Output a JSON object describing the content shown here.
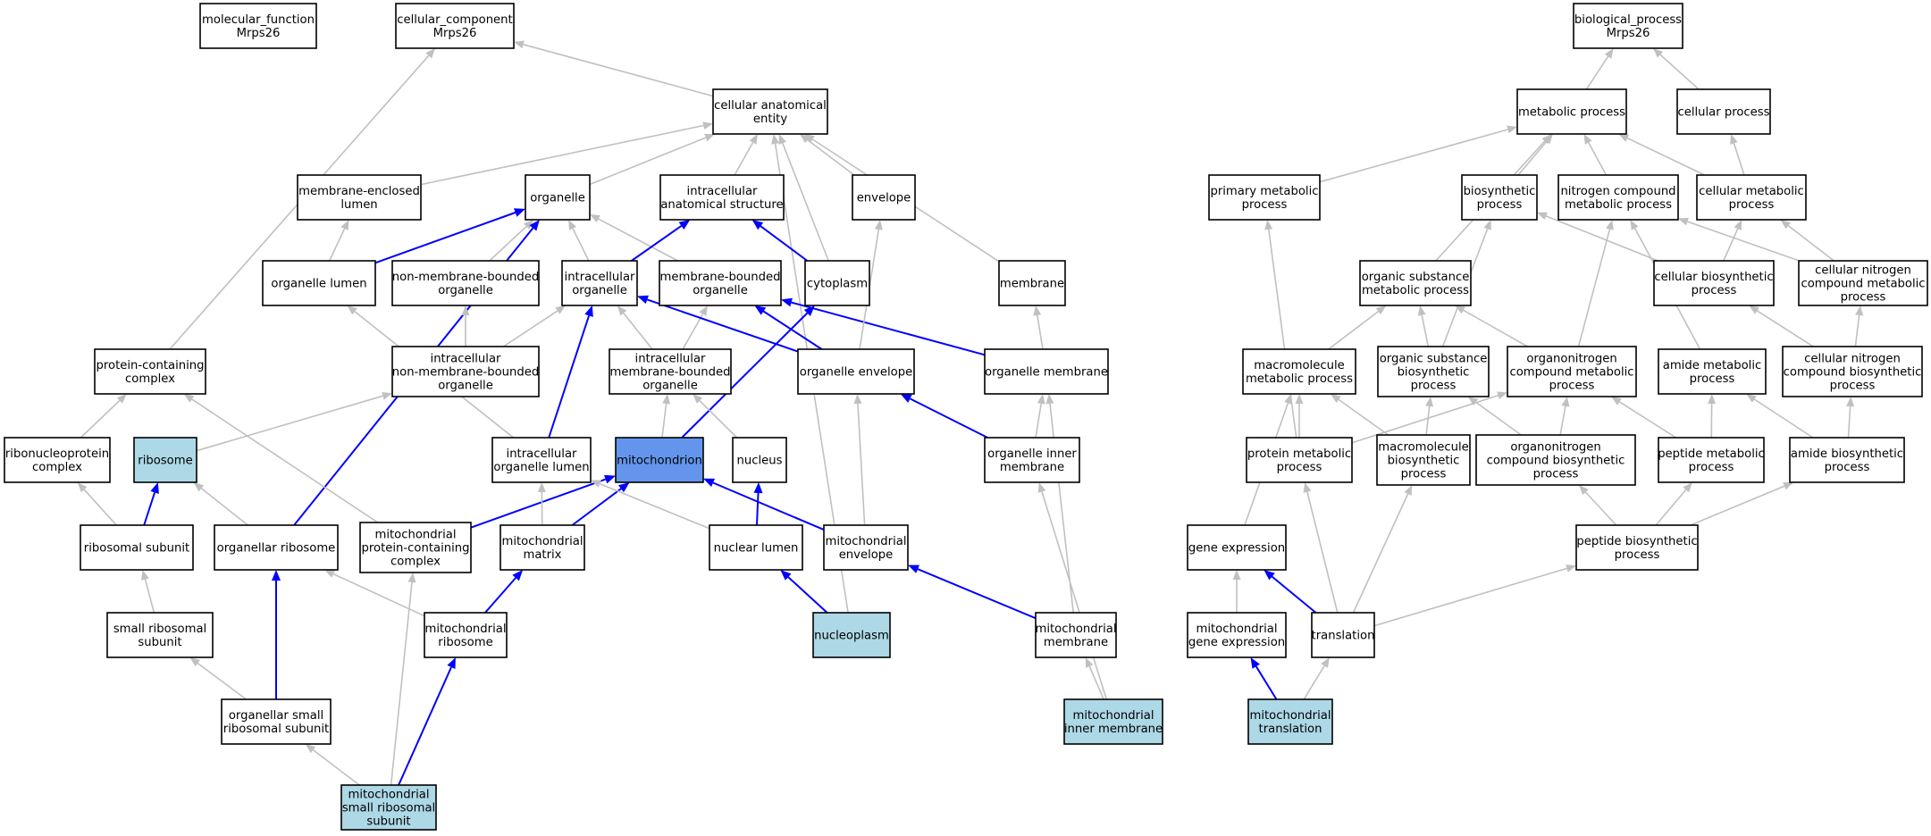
{
  "colors": {
    "plain": "#ffffff",
    "query": "#add8e6",
    "highlight": "#6495ed",
    "edge_gray": "#c0c0c0",
    "edge_blue": "#0000ff"
  },
  "nodes": {
    "mf_root": {
      "lines": [
        "molecular_function",
        "Mrps26"
      ],
      "style": "plain"
    },
    "cc_root": {
      "lines": [
        "cellular_component",
        "Mrps26"
      ],
      "style": "plain"
    },
    "bp_root": {
      "lines": [
        "biological_process",
        "Mrps26"
      ],
      "style": "plain"
    },
    "cae": {
      "lines": [
        "cellular anatomical",
        "entity"
      ],
      "style": "plain"
    },
    "mel": {
      "lines": [
        "membrane-enclosed",
        "lumen"
      ],
      "style": "plain"
    },
    "organelle": {
      "lines": [
        "organelle"
      ],
      "style": "plain"
    },
    "ias": {
      "lines": [
        "intracellular",
        "anatomical structure"
      ],
      "style": "plain"
    },
    "envelope": {
      "lines": [
        "envelope"
      ],
      "style": "plain"
    },
    "org_lumen": {
      "lines": [
        "organelle lumen"
      ],
      "style": "plain"
    },
    "nmbo": {
      "lines": [
        "non-membrane-bounded",
        "organelle"
      ],
      "style": "plain"
    },
    "io": {
      "lines": [
        "intracellular",
        "organelle"
      ],
      "style": "plain"
    },
    "mbo": {
      "lines": [
        "membrane-bounded",
        "organelle"
      ],
      "style": "plain"
    },
    "cytoplasm": {
      "lines": [
        "cytoplasm"
      ],
      "style": "plain"
    },
    "membrane": {
      "lines": [
        "membrane"
      ],
      "style": "plain"
    },
    "pcc": {
      "lines": [
        "protein-containing",
        "complex"
      ],
      "style": "plain"
    },
    "inmbo": {
      "lines": [
        "intracellular",
        "non-membrane-bounded",
        "organelle"
      ],
      "style": "plain"
    },
    "imbo": {
      "lines": [
        "intracellular",
        "membrane-bounded",
        "organelle"
      ],
      "style": "plain"
    },
    "org_env": {
      "lines": [
        "organelle envelope"
      ],
      "style": "plain"
    },
    "org_mem": {
      "lines": [
        "organelle membrane"
      ],
      "style": "plain"
    },
    "rnp": {
      "lines": [
        "ribonucleoprotein",
        "complex"
      ],
      "style": "plain"
    },
    "ribosome": {
      "lines": [
        "ribosome"
      ],
      "style": "query"
    },
    "iol": {
      "lines": [
        "intracellular",
        "organelle lumen"
      ],
      "style": "plain"
    },
    "mito": {
      "lines": [
        "mitochondrion"
      ],
      "style": "highlight"
    },
    "nucleus": {
      "lines": [
        "nucleus"
      ],
      "style": "plain"
    },
    "oim": {
      "lines": [
        "organelle inner",
        "membrane"
      ],
      "style": "plain"
    },
    "rib_sub": {
      "lines": [
        "ribosomal subunit"
      ],
      "style": "plain"
    },
    "org_rib": {
      "lines": [
        "organellar ribosome"
      ],
      "style": "plain"
    },
    "mpcc": {
      "lines": [
        "mitochondrial",
        "protein-containing",
        "complex"
      ],
      "style": "plain"
    },
    "mmatrix": {
      "lines": [
        "mitochondrial",
        "matrix"
      ],
      "style": "plain"
    },
    "nuc_lumen": {
      "lines": [
        "nuclear lumen"
      ],
      "style": "plain"
    },
    "menv": {
      "lines": [
        "mitochondrial",
        "envelope"
      ],
      "style": "plain"
    },
    "srs": {
      "lines": [
        "small ribosomal",
        "subunit"
      ],
      "style": "plain"
    },
    "mrib": {
      "lines": [
        "mitochondrial",
        "ribosome"
      ],
      "style": "plain"
    },
    "nucleoplasm": {
      "lines": [
        "nucleoplasm"
      ],
      "style": "query"
    },
    "mmem": {
      "lines": [
        "mitochondrial",
        "membrane"
      ],
      "style": "plain"
    },
    "osrs": {
      "lines": [
        "organellar small",
        "ribosomal subunit"
      ],
      "style": "plain"
    },
    "mim": {
      "lines": [
        "mitochondrial",
        "inner membrane"
      ],
      "style": "query"
    },
    "msrs": {
      "lines": [
        "mitochondrial",
        "small ribosomal",
        "subunit"
      ],
      "style": "query"
    },
    "metab": {
      "lines": [
        "metabolic process"
      ],
      "style": "plain"
    },
    "cell_proc": {
      "lines": [
        "cellular process"
      ],
      "style": "plain"
    },
    "pmp": {
      "lines": [
        "primary metabolic",
        "process"
      ],
      "style": "plain"
    },
    "biosyn": {
      "lines": [
        "biosynthetic",
        "process"
      ],
      "style": "plain"
    },
    "ncmp": {
      "lines": [
        "nitrogen compound",
        "metabolic process"
      ],
      "style": "plain"
    },
    "cmp": {
      "lines": [
        "cellular metabolic",
        "process"
      ],
      "style": "plain"
    },
    "osmp": {
      "lines": [
        "organic substance",
        "metabolic process"
      ],
      "style": "plain"
    },
    "cbp": {
      "lines": [
        "cellular biosynthetic",
        "process"
      ],
      "style": "plain"
    },
    "cncmp": {
      "lines": [
        "cellular nitrogen",
        "compound metabolic",
        "process"
      ],
      "style": "plain"
    },
    "macro_mp": {
      "lines": [
        "macromolecule",
        "metabolic process"
      ],
      "style": "plain"
    },
    "osbp": {
      "lines": [
        "organic substance",
        "biosynthetic",
        "process"
      ],
      "style": "plain"
    },
    "ocmp": {
      "lines": [
        "organonitrogen",
        "compound metabolic",
        "process"
      ],
      "style": "plain"
    },
    "amp": {
      "lines": [
        "amide metabolic",
        "process"
      ],
      "style": "plain"
    },
    "cncbp": {
      "lines": [
        "cellular nitrogen",
        "compound biosynthetic",
        "process"
      ],
      "style": "plain"
    },
    "prot_mp": {
      "lines": [
        "protein metabolic",
        "process"
      ],
      "style": "plain"
    },
    "macro_bp": {
      "lines": [
        "macromolecule",
        "biosynthetic",
        "process"
      ],
      "style": "plain"
    },
    "ocbp": {
      "lines": [
        "organonitrogen",
        "compound biosynthetic",
        "process"
      ],
      "style": "plain"
    },
    "pep_mp": {
      "lines": [
        "peptide metabolic",
        "process"
      ],
      "style": "plain"
    },
    "abp": {
      "lines": [
        "amide biosynthetic",
        "process"
      ],
      "style": "plain"
    },
    "gene_expr": {
      "lines": [
        "gene expression"
      ],
      "style": "plain"
    },
    "pbp": {
      "lines": [
        "peptide biosynthetic",
        "process"
      ],
      "style": "plain"
    },
    "mge": {
      "lines": [
        "mitochondrial",
        "gene expression"
      ],
      "style": "plain"
    },
    "translation": {
      "lines": [
        "translation"
      ],
      "style": "plain"
    },
    "mtrans": {
      "lines": [
        "mitochondrial",
        "translation"
      ],
      "style": "query"
    }
  },
  "edges": [
    {
      "from": "cae",
      "to": "cc_root",
      "type": "gray"
    },
    {
      "from": "mel",
      "to": "cae",
      "type": "gray"
    },
    {
      "from": "organelle",
      "to": "cae",
      "type": "gray"
    },
    {
      "from": "ias",
      "to": "cae",
      "type": "gray"
    },
    {
      "from": "envelope",
      "to": "cae",
      "type": "gray"
    },
    {
      "from": "cytoplasm",
      "to": "cae",
      "type": "gray"
    },
    {
      "from": "membrane",
      "to": "cae",
      "type": "gray"
    },
    {
      "from": "nucleoplasm",
      "to": "cae",
      "type": "gray"
    },
    {
      "from": "org_lumen",
      "to": "mel",
      "type": "gray"
    },
    {
      "from": "org_lumen",
      "to": "organelle",
      "type": "blue"
    },
    {
      "from": "nmbo",
      "to": "organelle",
      "type": "gray"
    },
    {
      "from": "io",
      "to": "organelle",
      "type": "gray"
    },
    {
      "from": "mbo",
      "to": "organelle",
      "type": "gray"
    },
    {
      "from": "io",
      "to": "ias",
      "type": "blue"
    },
    {
      "from": "cytoplasm",
      "to": "ias",
      "type": "blue"
    },
    {
      "from": "org_rib",
      "to": "organelle",
      "type": "blue"
    },
    {
      "from": "pcc",
      "to": "cc_root",
      "type": "gray"
    },
    {
      "from": "inmbo",
      "to": "nmbo",
      "type": "gray"
    },
    {
      "from": "inmbo",
      "to": "io",
      "type": "gray"
    },
    {
      "from": "imbo",
      "to": "io",
      "type": "gray"
    },
    {
      "from": "imbo",
      "to": "mbo",
      "type": "gray"
    },
    {
      "from": "org_env",
      "to": "io",
      "type": "blue"
    },
    {
      "from": "org_env",
      "to": "mbo",
      "type": "blue"
    },
    {
      "from": "org_mem",
      "to": "mbo",
      "type": "blue"
    },
    {
      "from": "org_env",
      "to": "envelope",
      "type": "gray"
    },
    {
      "from": "org_mem",
      "to": "membrane",
      "type": "gray"
    },
    {
      "from": "rnp",
      "to": "pcc",
      "type": "gray"
    },
    {
      "from": "ribosome",
      "to": "inmbo",
      "type": "gray"
    },
    {
      "from": "iol",
      "to": "org_lumen",
      "type": "gray"
    },
    {
      "from": "iol",
      "to": "io",
      "type": "blue"
    },
    {
      "from": "mito",
      "to": "imbo",
      "type": "gray"
    },
    {
      "from": "mito",
      "to": "cytoplasm",
      "type": "blue"
    },
    {
      "from": "nucleus",
      "to": "imbo",
      "type": "gray"
    },
    {
      "from": "oim",
      "to": "org_env",
      "type": "blue"
    },
    {
      "from": "oim",
      "to": "org_mem",
      "type": "gray"
    },
    {
      "from": "rib_sub",
      "to": "rnp",
      "type": "gray"
    },
    {
      "from": "rib_sub",
      "to": "ribosome",
      "type": "blue"
    },
    {
      "from": "org_rib",
      "to": "ribosome",
      "type": "gray"
    },
    {
      "from": "mpcc",
      "to": "pcc",
      "type": "gray"
    },
    {
      "from": "mpcc",
      "to": "mito",
      "type": "blue"
    },
    {
      "from": "mmatrix",
      "to": "mito",
      "type": "blue"
    },
    {
      "from": "mmatrix",
      "to": "iol",
      "type": "gray"
    },
    {
      "from": "nuc_lumen",
      "to": "iol",
      "type": "gray"
    },
    {
      "from": "nuc_lumen",
      "to": "nucleus",
      "type": "blue"
    },
    {
      "from": "menv",
      "to": "mito",
      "type": "blue"
    },
    {
      "from": "menv",
      "to": "org_env",
      "type": "gray"
    },
    {
      "from": "srs",
      "to": "rib_sub",
      "type": "gray"
    },
    {
      "from": "mrib",
      "to": "org_rib",
      "type": "gray"
    },
    {
      "from": "mrib",
      "to": "mmatrix",
      "type": "blue"
    },
    {
      "from": "nucleoplasm",
      "to": "nuc_lumen",
      "type": "blue"
    },
    {
      "from": "mmem",
      "to": "menv",
      "type": "blue"
    },
    {
      "from": "mmem",
      "to": "org_mem",
      "type": "gray"
    },
    {
      "from": "osrs",
      "to": "srs",
      "type": "gray"
    },
    {
      "from": "osrs",
      "to": "org_rib",
      "type": "blue"
    },
    {
      "from": "mim",
      "to": "mmem",
      "type": "gray"
    },
    {
      "from": "mim",
      "to": "oim",
      "type": "gray"
    },
    {
      "from": "msrs",
      "to": "osrs",
      "type": "gray"
    },
    {
      "from": "msrs",
      "to": "mpcc",
      "type": "gray"
    },
    {
      "from": "msrs",
      "to": "mrib",
      "type": "blue"
    },
    {
      "from": "metab",
      "to": "bp_root",
      "type": "gray"
    },
    {
      "from": "cell_proc",
      "to": "bp_root",
      "type": "gray"
    },
    {
      "from": "pmp",
      "to": "metab",
      "type": "gray"
    },
    {
      "from": "biosyn",
      "to": "metab",
      "type": "gray"
    },
    {
      "from": "ncmp",
      "to": "metab",
      "type": "gray"
    },
    {
      "from": "cmp",
      "to": "metab",
      "type": "gray"
    },
    {
      "from": "cmp",
      "to": "cell_proc",
      "type": "gray"
    },
    {
      "from": "osmp",
      "to": "metab",
      "type": "gray"
    },
    {
      "from": "cbp",
      "to": "biosyn",
      "type": "gray"
    },
    {
      "from": "cbp",
      "to": "cmp",
      "type": "gray"
    },
    {
      "from": "cncmp",
      "to": "ncmp",
      "type": "gray"
    },
    {
      "from": "cncmp",
      "to": "cmp",
      "type": "gray"
    },
    {
      "from": "macro_mp",
      "to": "osmp",
      "type": "gray"
    },
    {
      "from": "osbp",
      "to": "osmp",
      "type": "gray"
    },
    {
      "from": "osbp",
      "to": "biosyn",
      "type": "gray"
    },
    {
      "from": "ocmp",
      "to": "osmp",
      "type": "gray"
    },
    {
      "from": "ocmp",
      "to": "ncmp",
      "type": "gray"
    },
    {
      "from": "amp",
      "to": "ncmp",
      "type": "gray"
    },
    {
      "from": "cncbp",
      "to": "cbp",
      "type": "gray"
    },
    {
      "from": "cncbp",
      "to": "cncmp",
      "type": "gray"
    },
    {
      "from": "prot_mp",
      "to": "pmp",
      "type": "gray"
    },
    {
      "from": "prot_mp",
      "to": "macro_mp",
      "type": "gray"
    },
    {
      "from": "prot_mp",
      "to": "ocmp",
      "type": "gray"
    },
    {
      "from": "macro_bp",
      "to": "macro_mp",
      "type": "gray"
    },
    {
      "from": "macro_bp",
      "to": "osbp",
      "type": "gray"
    },
    {
      "from": "ocbp",
      "to": "osbp",
      "type": "gray"
    },
    {
      "from": "ocbp",
      "to": "ocmp",
      "type": "gray"
    },
    {
      "from": "pep_mp",
      "to": "ocmp",
      "type": "gray"
    },
    {
      "from": "pep_mp",
      "to": "amp",
      "type": "gray"
    },
    {
      "from": "abp",
      "to": "amp",
      "type": "gray"
    },
    {
      "from": "abp",
      "to": "cncbp",
      "type": "gray"
    },
    {
      "from": "gene_expr",
      "to": "macro_mp",
      "type": "gray"
    },
    {
      "from": "pbp",
      "to": "ocbp",
      "type": "gray"
    },
    {
      "from": "pbp",
      "to": "pep_mp",
      "type": "gray"
    },
    {
      "from": "pbp",
      "to": "abp",
      "type": "gray"
    },
    {
      "from": "mge",
      "to": "gene_expr",
      "type": "gray"
    },
    {
      "from": "translation",
      "to": "gene_expr",
      "type": "blue"
    },
    {
      "from": "translation",
      "to": "prot_mp",
      "type": "gray"
    },
    {
      "from": "translation",
      "to": "macro_bp",
      "type": "gray"
    },
    {
      "from": "translation",
      "to": "pbp",
      "type": "gray"
    },
    {
      "from": "mtrans",
      "to": "mge",
      "type": "blue"
    },
    {
      "from": "mtrans",
      "to": "translation",
      "type": "gray"
    }
  ]
}
